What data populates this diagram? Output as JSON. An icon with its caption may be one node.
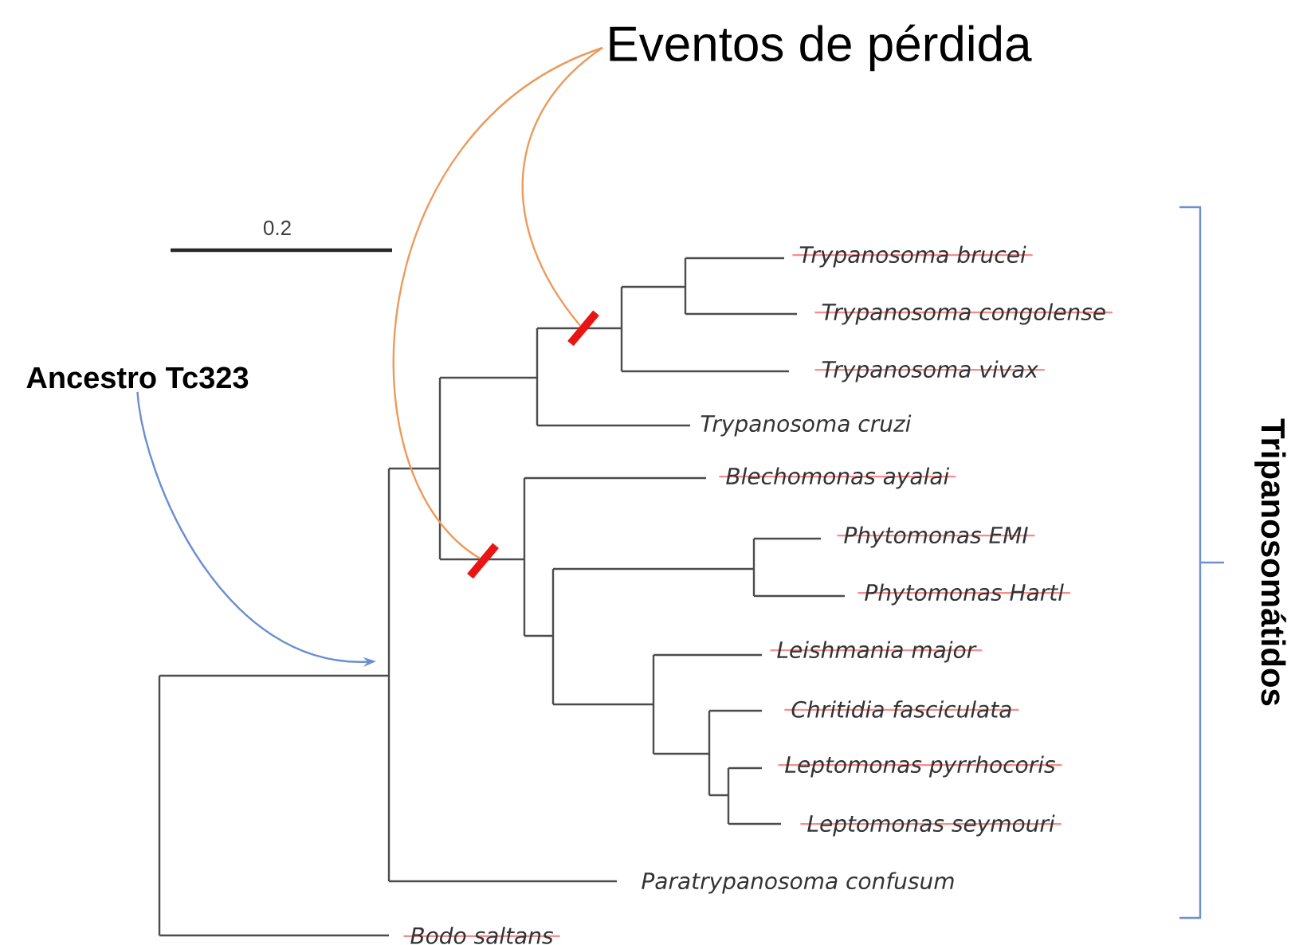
{
  "diagram": {
    "nodes": [
      {
        "text": [
          "Eventos de pérdida"
        ]
      },
      {
        "text": [
          "Ancestro Tc323"
        ]
      },
      {
        "text": [],
        "shape": "bar"
      },
      {
        "text": [],
        "shape": "bar"
      },
      {
        "text": [
          "Trypanosoma brucei"
        ]
      },
      {
        "text": [
          "Trypanosoma congolense"
        ]
      },
      {
        "text": [
          "Trypanosoma vivax"
        ]
      },
      {
        "text": [
          "Trypanosoma cruzi"
        ]
      },
      {
        "text": [
          "Blechomonas ayalai"
        ]
      },
      {
        "text": [
          "Phytomonas EMI"
        ]
      },
      {
        "text": [
          "Phytomonas Hartl"
        ]
      },
      {
        "text": [
          "Leishmania major"
        ]
      },
      {
        "text": [
          "Chritidia fasciculata"
        ]
      },
      {
        "text": [
          "Leptomonas pyrrhocoris"
        ]
      },
      {
        "text": [
          "Leptomonas seymouri"
        ]
      },
      {
        "text": [
          "Paratrypanosoma confusum"
        ]
      },
      {
        "text": [
          "Bodo saltans"
        ]
      }
    ],
    "edges": [
      {
        "from": 0,
        "to": 2,
        "arrow": "none",
        "color": "#ed9a5c"
      },
      {
        "from": 0,
        "to": 3,
        "arrow": "none",
        "color": "#ed9a5c"
      },
      {
        "from": 1,
        "to": null,
        "arrow": "to",
        "color": "#6b8fd0"
      }
    ],
    "labels": [
      "0.2",
      "Tripanosomátidos"
    ]
  }
}
